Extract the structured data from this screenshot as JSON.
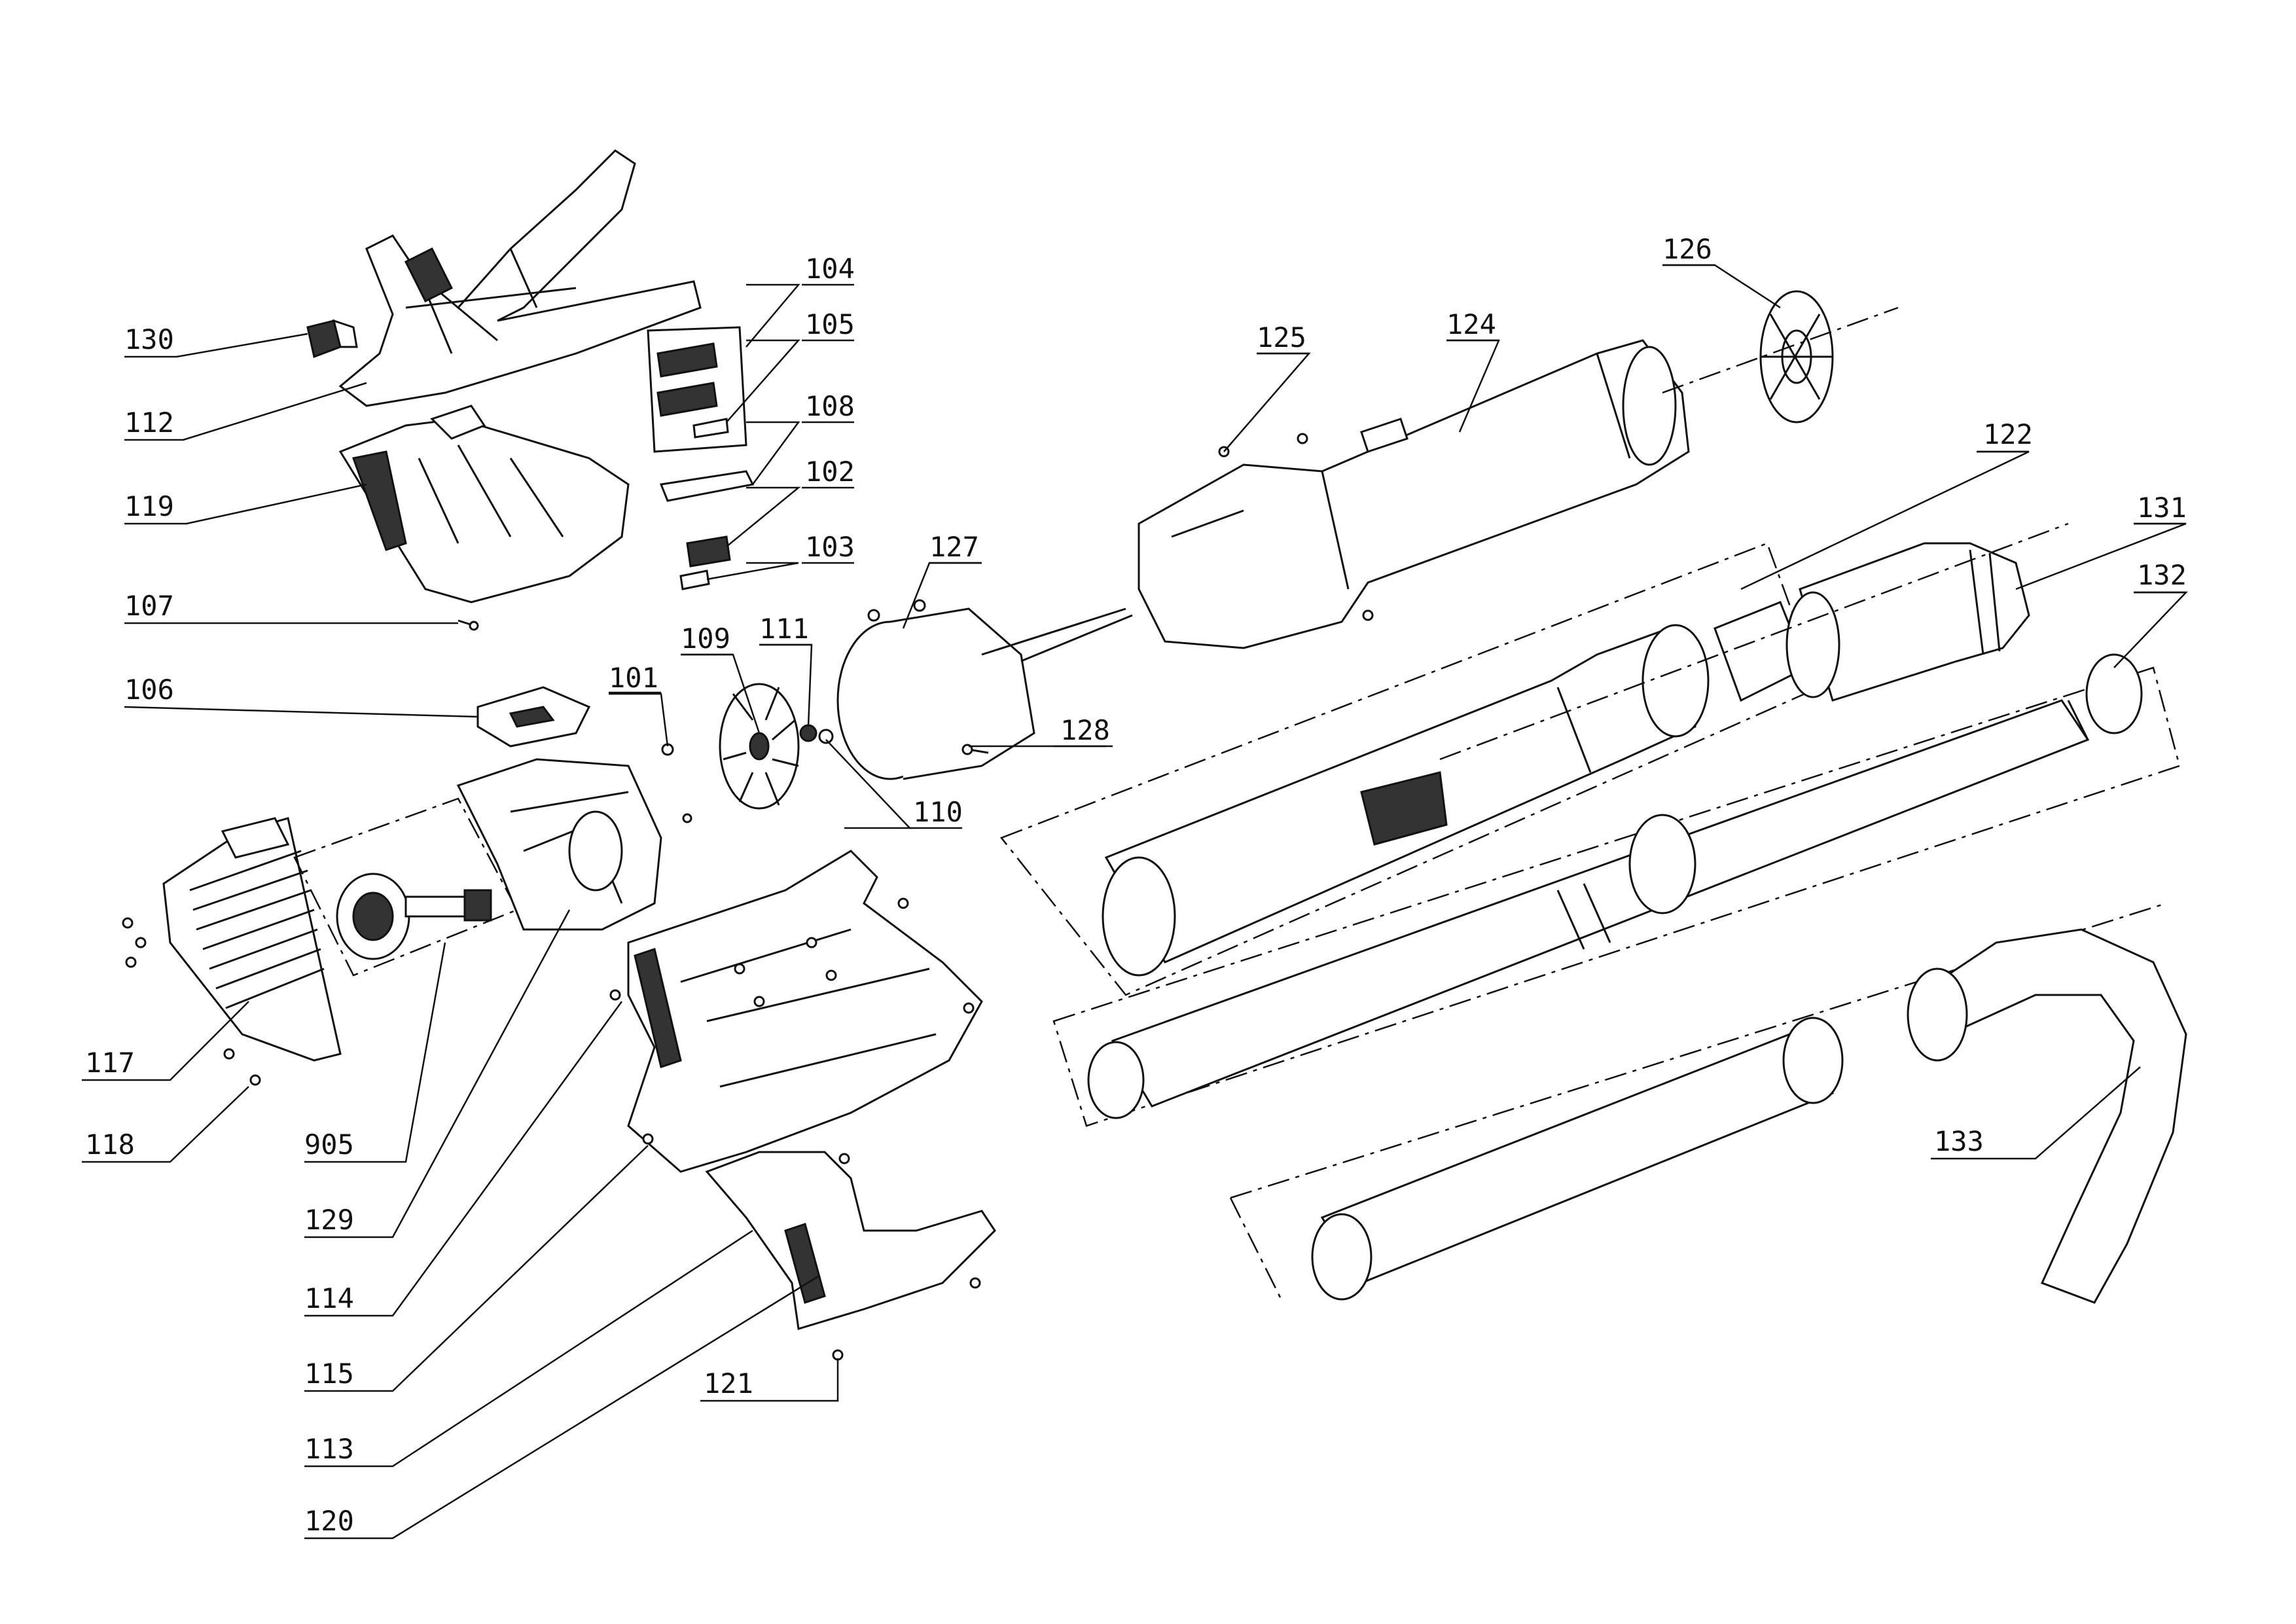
{
  "part_labels": [
    "101",
    "102",
    "103",
    "104",
    "105",
    "106",
    "107",
    "108",
    "109",
    "110",
    "111",
    "112",
    "113",
    "114",
    "115",
    "117",
    "118",
    "119",
    "120",
    "121",
    "122",
    "124",
    "125",
    "126",
    "127",
    "128",
    "129",
    "130",
    "131",
    "132",
    "133",
    "905"
  ]
}
